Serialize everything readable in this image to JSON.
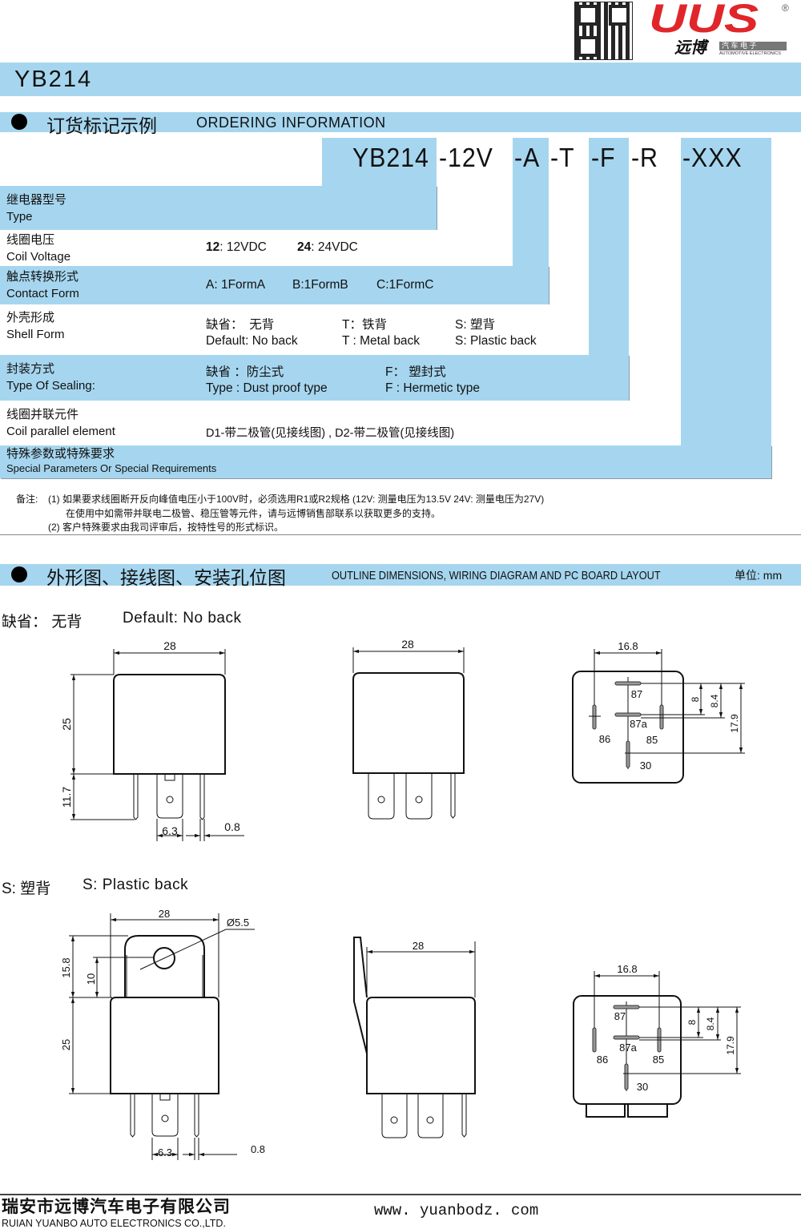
{
  "logo": {
    "brand": "UUS",
    "registered": "®",
    "cn": "远博",
    "sub_cn": "汽 车 电 子",
    "sub_en": "AUTOMOTIVE ELECTRONICS"
  },
  "header": {
    "title": "YB214"
  },
  "ordering": {
    "title_cn": "订货标记示例",
    "title_en": "ORDERING INFORMATION",
    "code": [
      "YB214",
      "-12V",
      "-A",
      "-T",
      "-F",
      "-R",
      "-XXX"
    ],
    "rows": [
      {
        "cn": "继电器型号",
        "en": "Type"
      },
      {
        "cn": "线圈电压",
        "en": "Coil Voltage",
        "v1_bold": "12",
        "v1": ": 12VDC",
        "v2_bold": "24",
        "v2": ": 24VDC"
      },
      {
        "cn": "触点转换形式",
        "en": "Contact Form",
        "v1": "A: 1FormA",
        "v2": "B:1FormB",
        "v3": "C:1FormC"
      },
      {
        "cn": "外壳形成",
        "en": "Shell  Form",
        "v1_cn": "缺省：　无背",
        "v1_en": "Default:  No back",
        "v2_cn": "T：铁背",
        "v2_en": "T :  Metal back",
        "v3_cn": "S:  塑背",
        "v3_en": "S:  Plastic back"
      },
      {
        "cn": "封装方式",
        "en": "Type Of Sealing:",
        "v1_cn": "缺省 ：防尘式",
        "v1_en": "Type : Dust proof type",
        "v2_cn": "F：  塑封式",
        "v2_en": "F :  Hermetic type"
      },
      {
        "cn": "线圈并联元件",
        "en": "Coil parallel element",
        "v1": "D1-带二极管(见接线图) , D2-带二极管(见接线图)"
      },
      {
        "cn": "特殊参数或特殊要求",
        "en": "Special Parameters Or Special Requirements"
      }
    ]
  },
  "notes": {
    "label": "备注:",
    "line1": "(1) 如果要求线圈断开反向峰值电压小于100V时，必须选用R1或R2规格 (12V: 测量电压为13.5V    24V: 测量电压为27V)",
    "line2": "在使用中如需带并联电二极管、稳压管等元件，请与远博销售部联系以获取更多的支持。",
    "line3": "(2) 客户特殊要求由我司评审后，按特性号的形式标识。"
  },
  "outline": {
    "title_cn": "外形图、接线图、安装孔位图",
    "title_en": "OUTLINE DIMENSIONS, WIRING DIAGRAM AND PC BOARD LAYOUT",
    "unit": "单位: mm",
    "default_cn": "缺省：  无背",
    "default_en": "Default:  No back",
    "plastic_cn": "S:  塑背",
    "plastic_en": "S:  Plastic back"
  },
  "dims": {
    "width": "28",
    "height": "25",
    "pin_len": "11.7",
    "tab_w": "6.3",
    "pin_w": "0.8",
    "pitch": "16.8",
    "d8": "8",
    "d84": "8.4",
    "d179": "17.9",
    "tab_h": "15.8",
    "hole_h": "10",
    "hole_d": "Ø5.5"
  },
  "pins": {
    "p87": "87",
    "p87a": "87a",
    "p86": "86",
    "p85": "85",
    "p30": "30"
  },
  "footer": {
    "company_cn": "瑞安市远博汽车电子有限公司",
    "company_en": "RUIAN YUANBO AUTO ELECTRONICS CO.,LTD.",
    "website": "www. yuanbodz. com"
  }
}
